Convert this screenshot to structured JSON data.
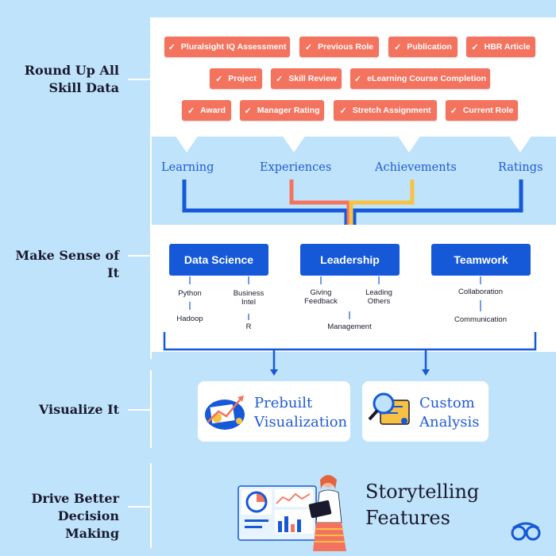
{
  "stages": {
    "round_up": "Round Up All Skill Data",
    "make_sense": "Make Sense of It",
    "visualize": "Visualize It",
    "drive": "Drive Better Decision Making"
  },
  "data_sources": [
    "Pluralsight IQ Assessment",
    "Previous Role",
    "Publication",
    "HBR Article",
    "Project",
    "Skill Review",
    "eLearning Course Completion",
    "Award",
    "Manager Rating",
    "Stretch Assignment",
    "Current Role"
  ],
  "categories": [
    "Learning",
    "Experiences",
    "Achievements",
    "Ratings"
  ],
  "skills": [
    {
      "name": "Data Science",
      "subs": [
        "Python",
        "Business Intel",
        "Hadoop",
        "R"
      ]
    },
    {
      "name": "Leadership",
      "subs": [
        "Giving Feedback",
        "Leading Others",
        "Management"
      ]
    },
    {
      "name": "Teamwork",
      "subs": [
        "Collaboration",
        "Communication"
      ]
    }
  ],
  "outputs": {
    "prebuilt": "Prebuilt Visualization",
    "custom": "Custom Analysis"
  },
  "storytelling": "Storytelling Features",
  "colors": {
    "background": "#bfe3fb",
    "tag": "#f4735e",
    "blue": "#1659d8",
    "salmon": "#f4735e",
    "yellow": "#f7c243"
  },
  "icons": [
    "check-icon",
    "chart-icon",
    "magnifier-icon",
    "presenter-illustration",
    "logo-glasses-icon"
  ]
}
